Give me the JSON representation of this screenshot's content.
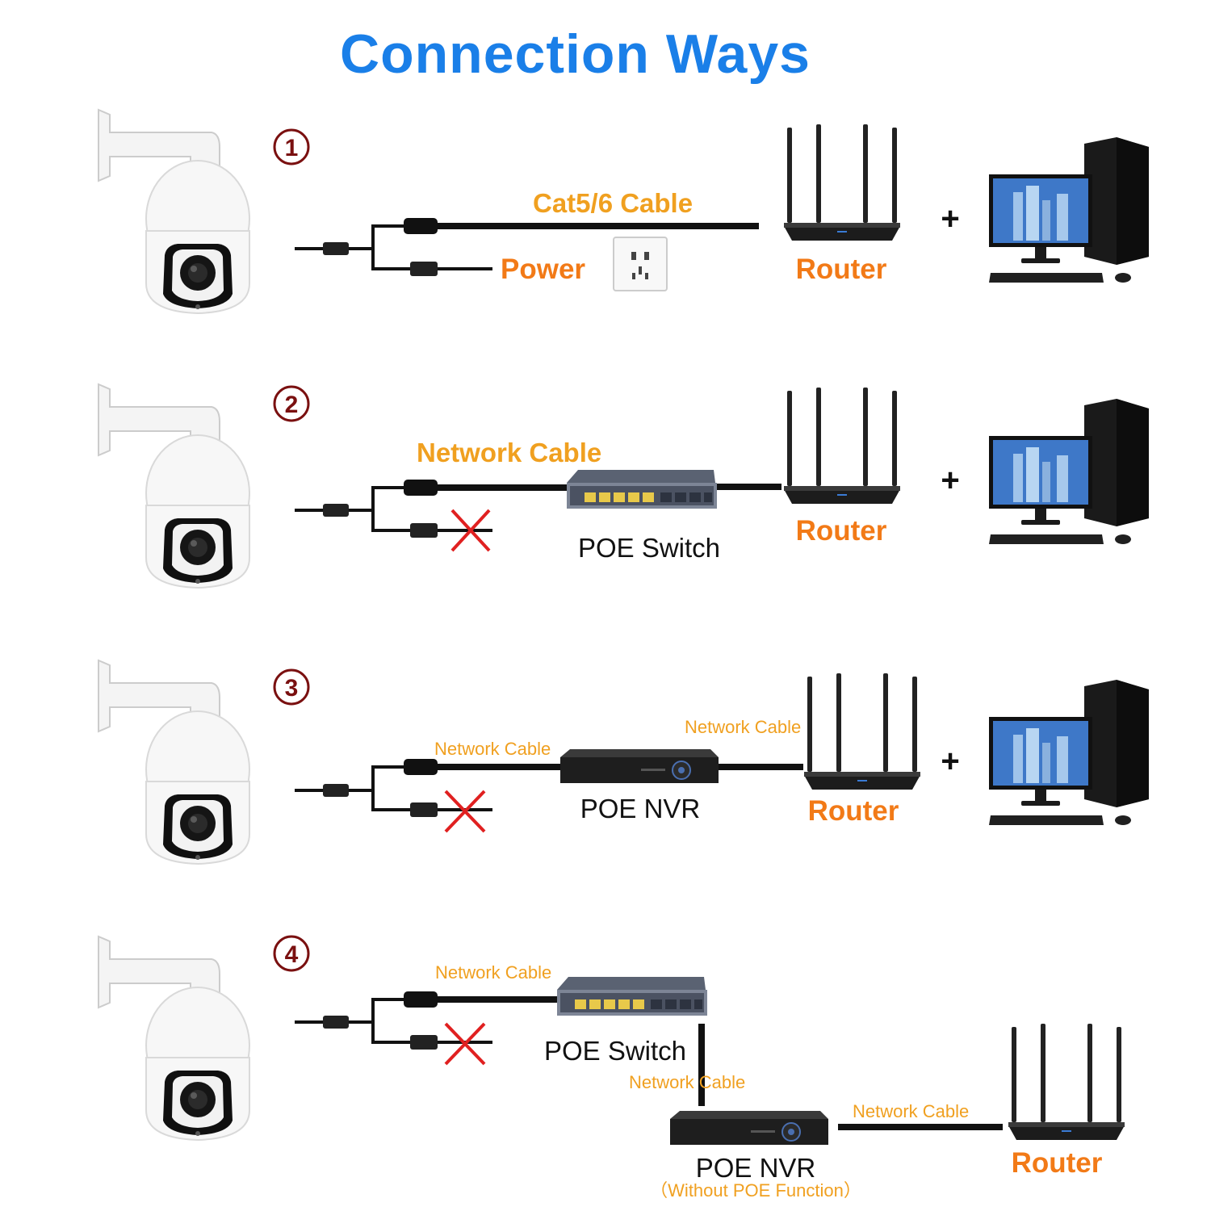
{
  "title": "Connection Ways",
  "colors": {
    "title": "#1a7fe8",
    "device_label": "#f27a17",
    "cable_label": "#f0a020",
    "step_number": "#7a1010",
    "cross_mark": "#e02020",
    "cable": "#111111"
  },
  "icons": [
    "ptz-camera-icon",
    "router-icon",
    "desktop-computer-icon",
    "power-outlet-icon",
    "poe-switch-icon",
    "poe-nvr-icon",
    "cross-icon",
    "plus-icon"
  ],
  "ways": [
    {
      "number": "1",
      "cable_label": "Cat5/6 Cable",
      "power_label": "Power",
      "router_label": "Router",
      "plus": "+"
    },
    {
      "number": "2",
      "cable_label": "Network Cable",
      "device_label": "POE Switch",
      "router_label": "Router",
      "plus": "+"
    },
    {
      "number": "3",
      "cable_label_left": "Network Cable",
      "cable_label_right": "Network Cable",
      "device_label": "POE NVR",
      "router_label": "Router",
      "plus": "+"
    },
    {
      "number": "4",
      "cable_label_top": "Network Cable",
      "switch_label": "POE Switch",
      "cable_label_vertical": "Network Cable",
      "cable_label_router": "Network Cable",
      "nvr_label": "POE NVR",
      "nvr_note": "（Without POE Function）",
      "router_label": "Router"
    }
  ]
}
